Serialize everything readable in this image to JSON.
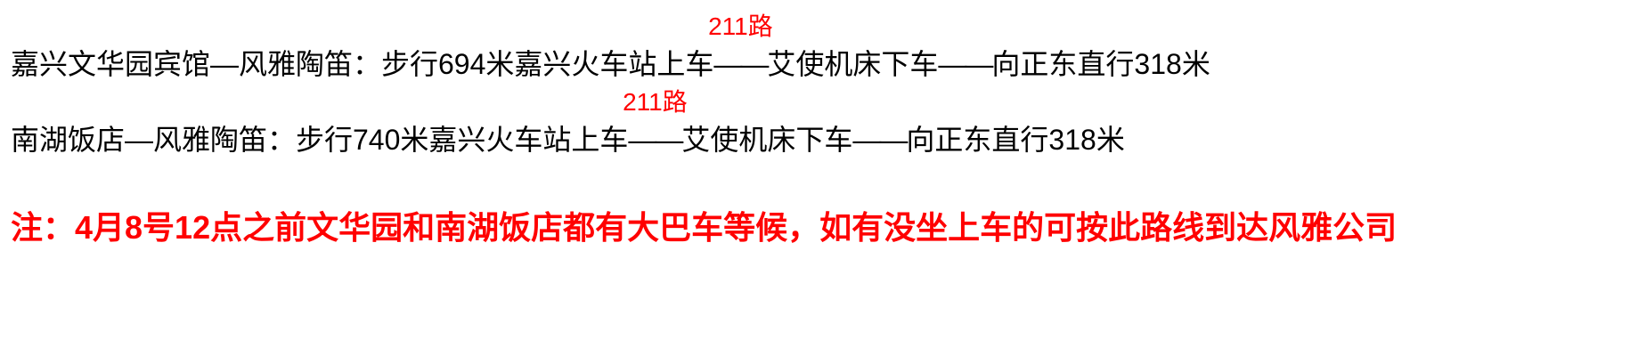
{
  "colors": {
    "accent_red": "#ff0000",
    "text_primary": "#000000",
    "background": "#ffffff"
  },
  "routes": [
    {
      "origin_segment": "嘉兴文华园宾馆—风雅陶笛：步行694米嘉兴火车站上车",
      "bus_route_label": "211路",
      "connector": "——",
      "stop_segment": "艾使机床下车",
      "connector2": "——",
      "final_segment": "向正东直行318米"
    },
    {
      "origin_segment": "南湖饭店—风雅陶笛：步行740米嘉兴火车站上车",
      "bus_route_label": "211路",
      "connector": "——",
      "stop_segment": "艾使机床下车",
      "connector2": "——",
      "final_segment": "向正东直行318米"
    }
  ],
  "note": "注：4月8号12点之前文华园和南湖饭店都有大巴车等候，如有没坐上车的可按此路线到达风雅公司"
}
